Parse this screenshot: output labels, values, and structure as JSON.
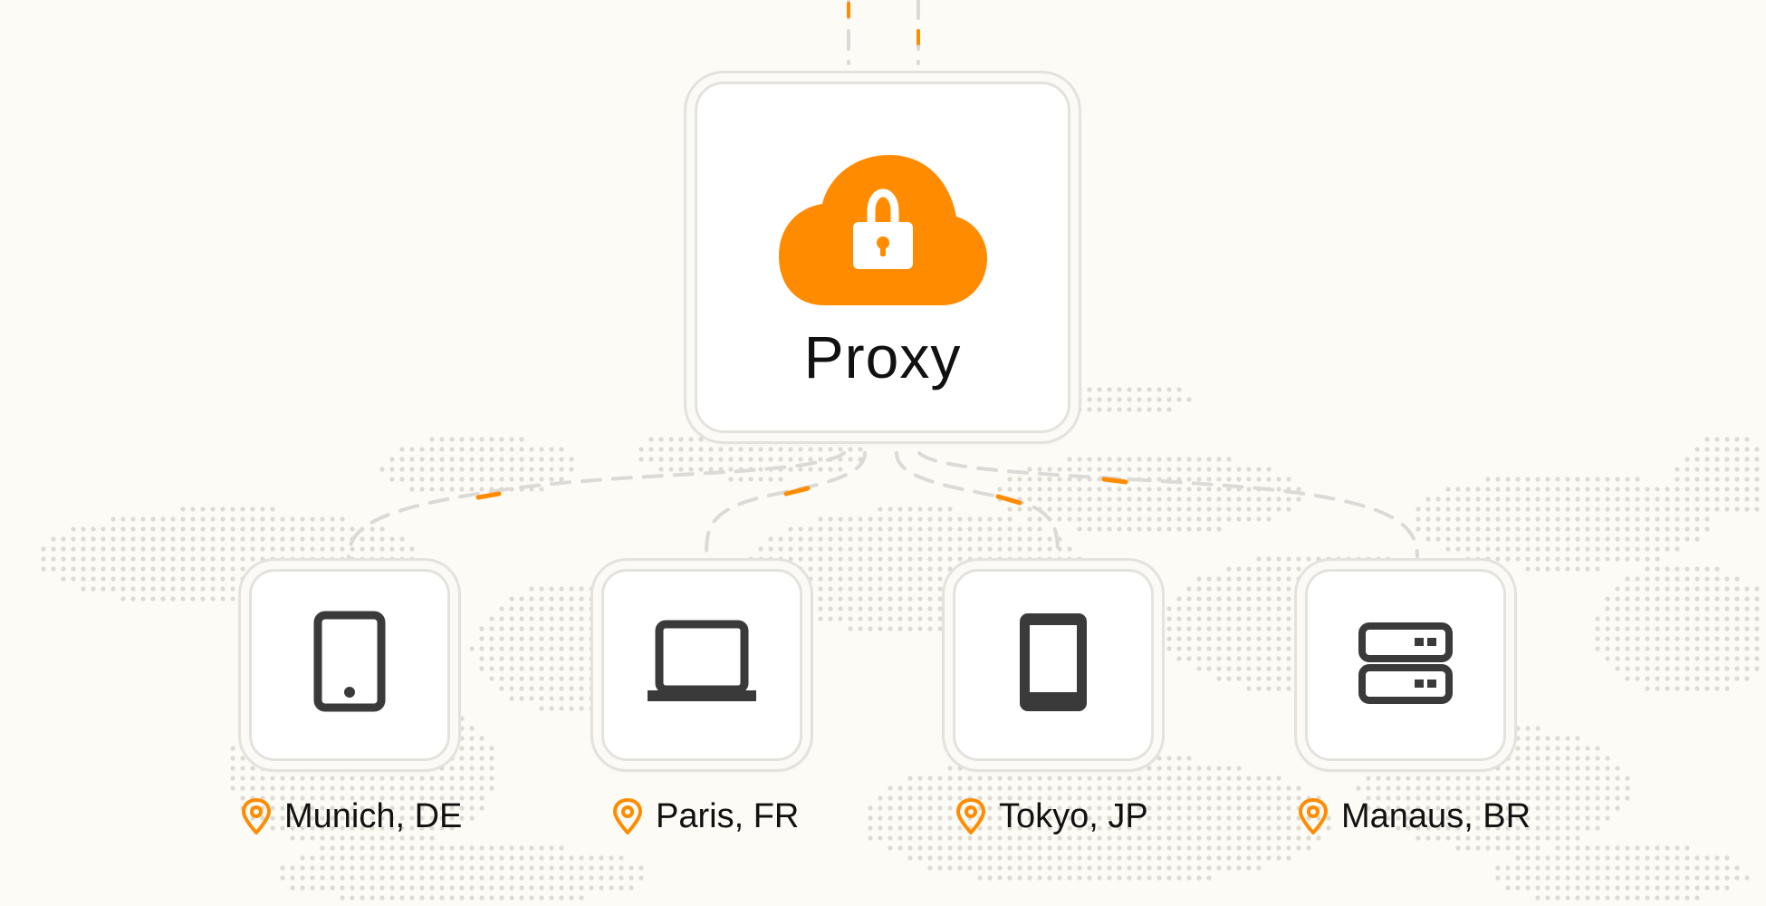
{
  "colors": {
    "accent": "#ff8c00",
    "icon_dark": "#3a3a3a",
    "background": "#fdfbf6",
    "card_border": "#e4e2dd",
    "dashed_line": "#dcdad6",
    "map_dots": "#dedbd3"
  },
  "proxy": {
    "label": "Proxy",
    "icon": "cloud-lock-icon"
  },
  "devices": [
    {
      "icon": "smartphone-icon",
      "location_icon": "location-pin-icon",
      "location": "Munich, DE"
    },
    {
      "icon": "laptop-icon",
      "location_icon": "location-pin-icon",
      "location": "Paris, FR"
    },
    {
      "icon": "tablet-icon",
      "location_icon": "location-pin-icon",
      "location": "Tokyo, JP"
    },
    {
      "icon": "server-icon",
      "location_icon": "location-pin-icon",
      "location": "Manaus, BR"
    }
  ],
  "background_decoration": "dotted-world-map"
}
